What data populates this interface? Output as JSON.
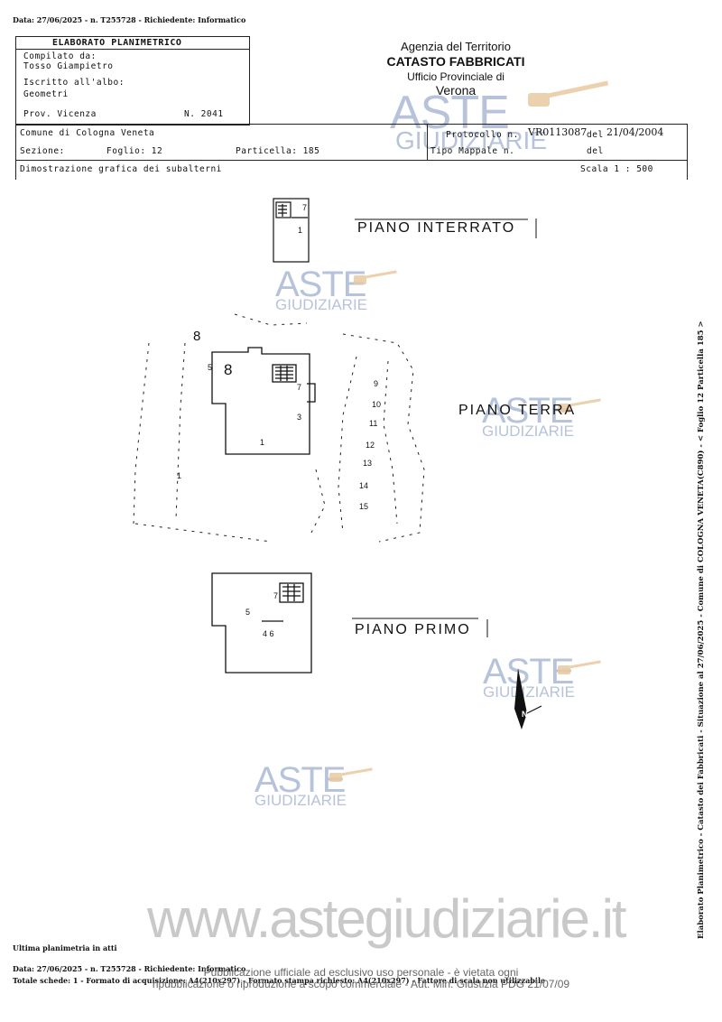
{
  "top_line": "Data: 27/06/2025 - n. T255728 - Richiedente: Informatico",
  "elaborato": {
    "title": "ELABORATO PLANIMETRICO",
    "compilato_label": "Compilato da:",
    "compilato_name": "Tosso Giampietro",
    "iscritto_label": "Iscritto all'albo:",
    "iscritto_value": "Geometri",
    "prov_label": "Prov. Vicenza",
    "n_label": "N. 2041"
  },
  "agency": {
    "line1": "Agenzia del Territorio",
    "line2": "CATASTO FABBRICATI",
    "line3": "Ufficio Provinciale di",
    "line4": "Verona"
  },
  "row2": {
    "comune": "Comune di Cologna Veneta",
    "sezione": "Sezione:",
    "foglio": "Foglio: 12",
    "particella": "Particella: 185",
    "protocollo_label": "Protocollo n.",
    "protocollo_value": "VR0113087",
    "del_label": "del",
    "del_value": "21/04/2004",
    "tipo_label": "Tipo Mappale n.",
    "del2_label": "del"
  },
  "row3": {
    "dimostrazione": "Dimostrazione grafica dei subalterni",
    "scala": "Scala 1 : 500"
  },
  "floors": {
    "interrato": "PIANO INTERRATO",
    "terra": "PIANO TERRA",
    "primo": "PIANO PRIMO"
  },
  "numbers": {
    "n1": "1",
    "n7": "7",
    "n8": "8",
    "n5": "5",
    "n3": "3",
    "n9": "9",
    "n10": "10",
    "n11": "11",
    "n12": "12",
    "n13": "13",
    "n14": "14",
    "n15": "15",
    "n46": "4 6",
    "north": "N"
  },
  "watermark": {
    "aste": "ASTE",
    "giudiziarie": "GIUDIZIARIE",
    "site": "www.astegiudiziarie.it",
    "footer1": "Pubblicazione ufficiale ad esclusivo uso personale - è vietata ogni",
    "footer2": "ripubblicazione o riproduzione a scopo commerciale - Aut. Min. Giustizia PDG 21/07/09"
  },
  "side_text": "Elaborato Planimetrico - Catasto dei Fabbricati - Situazione al 27/06/2025 - Comune di COLOGNA VENETA(C890) - < Foglio 12 Particella 185 >",
  "bottom": {
    "ultima": "Ultima planimetria in atti",
    "line1": "Data: 27/06/2025 - n. T255728 - Richiedente: Informatico",
    "line2": "Totale schede: 1 - Formato di acquisizione: A4(210x297) - Formato stampa richiesto: A4(210x297) - Fattore di scala non utilizzabile"
  },
  "colors": {
    "watermark": "#b7c3da",
    "hammer": "#e9c9a0",
    "ink": "#111111"
  }
}
